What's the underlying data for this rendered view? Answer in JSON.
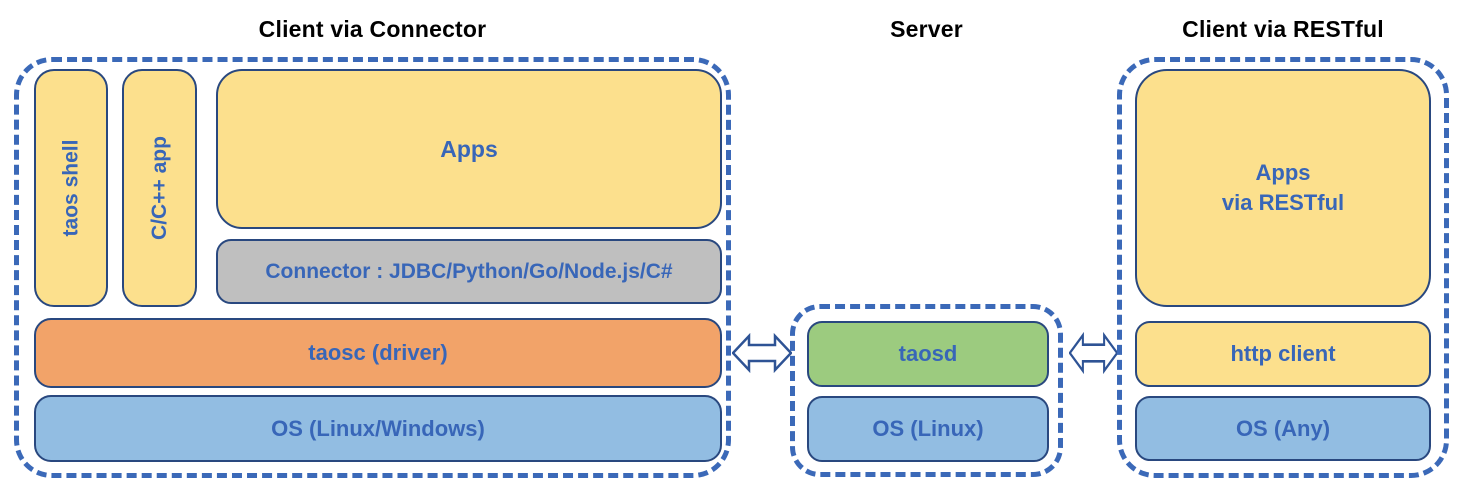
{
  "colors": {
    "yellow_fill": "#FCE08D",
    "orange_fill": "#F2A369",
    "green_fill": "#9CCB7F",
    "blue_fill": "#92BDE2",
    "gray_fill": "#BFBFBF",
    "box_border": "#29487F",
    "dashed_border": "#3B69B8",
    "label_text": "#3866B8",
    "title_text": "#000000",
    "arrow_stroke": "#2E5395"
  },
  "sections": {
    "client_connector": {
      "title": "Client via Connector",
      "taos_shell": "taos shell",
      "cpp_app": "C/C++ app",
      "apps": "Apps",
      "connector": "Connector : JDBC/Python/Go/Node.js/C#",
      "taosc": "taosc (driver)",
      "os": "OS (Linux/Windows)"
    },
    "server": {
      "title": "Server",
      "taosd": "taosd",
      "os": "OS (Linux)"
    },
    "client_restful": {
      "title": "Client via RESTful",
      "apps_line1": "Apps",
      "apps_line2": "via RESTful",
      "http_client": "http client",
      "os": "OS (Any)"
    }
  },
  "icons": {
    "left_arrow": "bidirectional-arrow",
    "right_arrow": "bidirectional-arrow"
  }
}
